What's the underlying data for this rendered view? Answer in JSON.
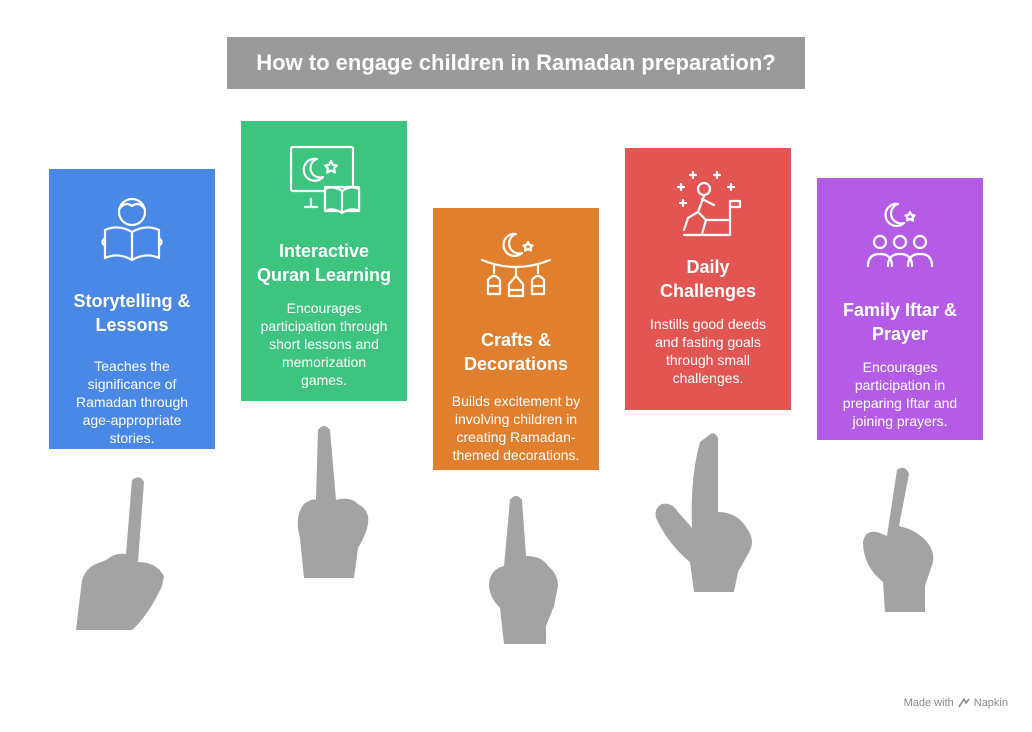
{
  "title": "How to engage children in Ramadan preparation?",
  "cards": [
    {
      "title_lines": [
        "Storytelling &",
        "Lessons"
      ],
      "desc_lines": [
        "Teaches the",
        "significance of",
        "Ramadan through",
        "age-appropriate",
        "stories."
      ],
      "color": "#4a88e6",
      "icon": "child-reading-book-icon"
    },
    {
      "title_lines": [
        "Interactive",
        "Quran Learning"
      ],
      "desc_lines": [
        "Encourages",
        "participation through",
        "short lessons and",
        "memorization",
        "games."
      ],
      "color": "#3dc47e",
      "icon": "screen-moon-book-icon"
    },
    {
      "title_lines": [
        "Crafts &",
        "Decorations"
      ],
      "desc_lines": [
        "Builds excitement by",
        "involving children in",
        "creating Ramadan-",
        "themed decorations."
      ],
      "color": "#e07f2e",
      "icon": "moon-lanterns-icon"
    },
    {
      "title_lines": [
        "Daily",
        "Challenges"
      ],
      "desc_lines": [
        "Instills good deeds",
        "and fasting goals",
        "through small",
        "challenges."
      ],
      "color": "#e25553",
      "icon": "person-climbing-icon"
    },
    {
      "title_lines": [
        "Family Iftar &",
        "Prayer"
      ],
      "desc_lines": [
        "Encourages",
        "participation in",
        "preparing Iftar and",
        "joining prayers."
      ],
      "color": "#b45ce6",
      "icon": "moon-family-icon"
    }
  ],
  "watermark": {
    "prefix": "Made with",
    "brand": "Napkin"
  },
  "colors": {
    "title_bg": "#9a9a9a",
    "hand": "#a3a3a3"
  }
}
